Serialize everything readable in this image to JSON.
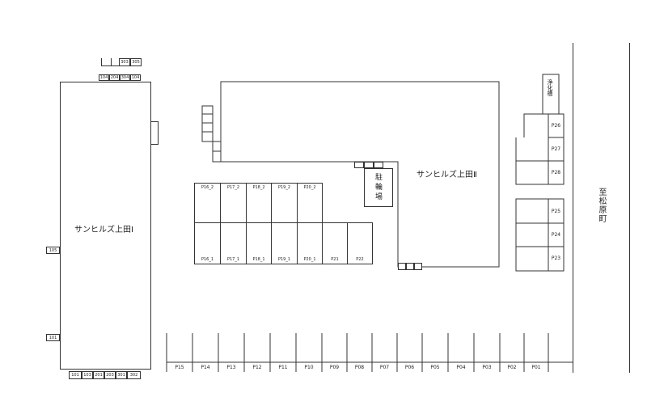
{
  "buildings": {
    "bldg1_name": "サンヒルズ上田Ⅰ",
    "bldg2_name": "サンヒルズ上田Ⅱ",
    "bike_parking": "駐輪場",
    "road_label": "至松原町",
    "bldg1_left_rooms": [
      "105",
      "101"
    ],
    "bldg1_bottom_rooms": [
      "101",
      "103",
      "201",
      "203",
      "301",
      "302"
    ],
    "bldg1_top_rooms": [
      "303",
      "305"
    ],
    "bldg1_top_small": [
      "104",
      "204",
      "304",
      "104"
    ]
  },
  "parking": {
    "row_top": [
      "P16_2",
      "P17_2",
      "P18_2",
      "P19_2",
      "P20_2"
    ],
    "row_mid": [
      "P16_1",
      "P17_1",
      "P18_1",
      "P19_1",
      "P20_1",
      "P21",
      "P22"
    ],
    "row_bottom": [
      "P15",
      "P14",
      "P13",
      "P12",
      "P11",
      "P10",
      "P09",
      "P08",
      "P07",
      "P06",
      "P05",
      "P04",
      "P03",
      "P02",
      "P01"
    ],
    "right_upper": [
      "P26",
      "P27",
      "P28"
    ],
    "right_lower": [
      "P25",
      "P24",
      "P23"
    ],
    "right_top_label": "浄化槽"
  }
}
